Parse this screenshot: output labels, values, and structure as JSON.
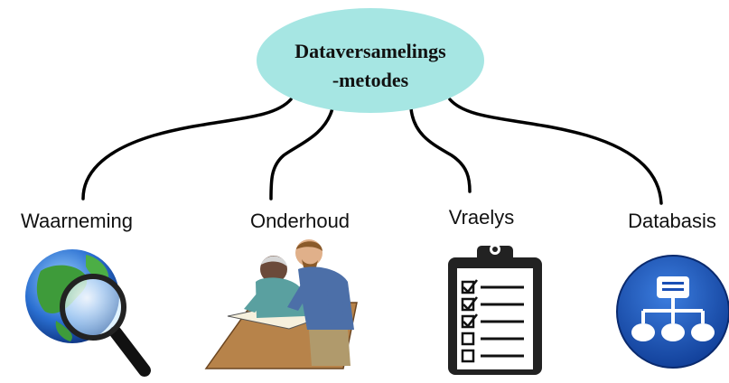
{
  "diagram": {
    "center": {
      "line1": "Dataversamelings",
      "line2": "-metodes",
      "fill": "#a6e6e3"
    },
    "branches": [
      {
        "label": "Waarneming",
        "icon": "globe-magnifier-icon"
      },
      {
        "label": "Onderhoud",
        "icon": "interview-people-icon"
      },
      {
        "label": "Vraelys",
        "icon": "clipboard-checklist-icon"
      },
      {
        "label": "Databasis",
        "icon": "database-network-icon"
      }
    ],
    "colors": {
      "connector": "#000000",
      "database_blue": "#1a4fb5",
      "clipboard": "#222222"
    }
  }
}
